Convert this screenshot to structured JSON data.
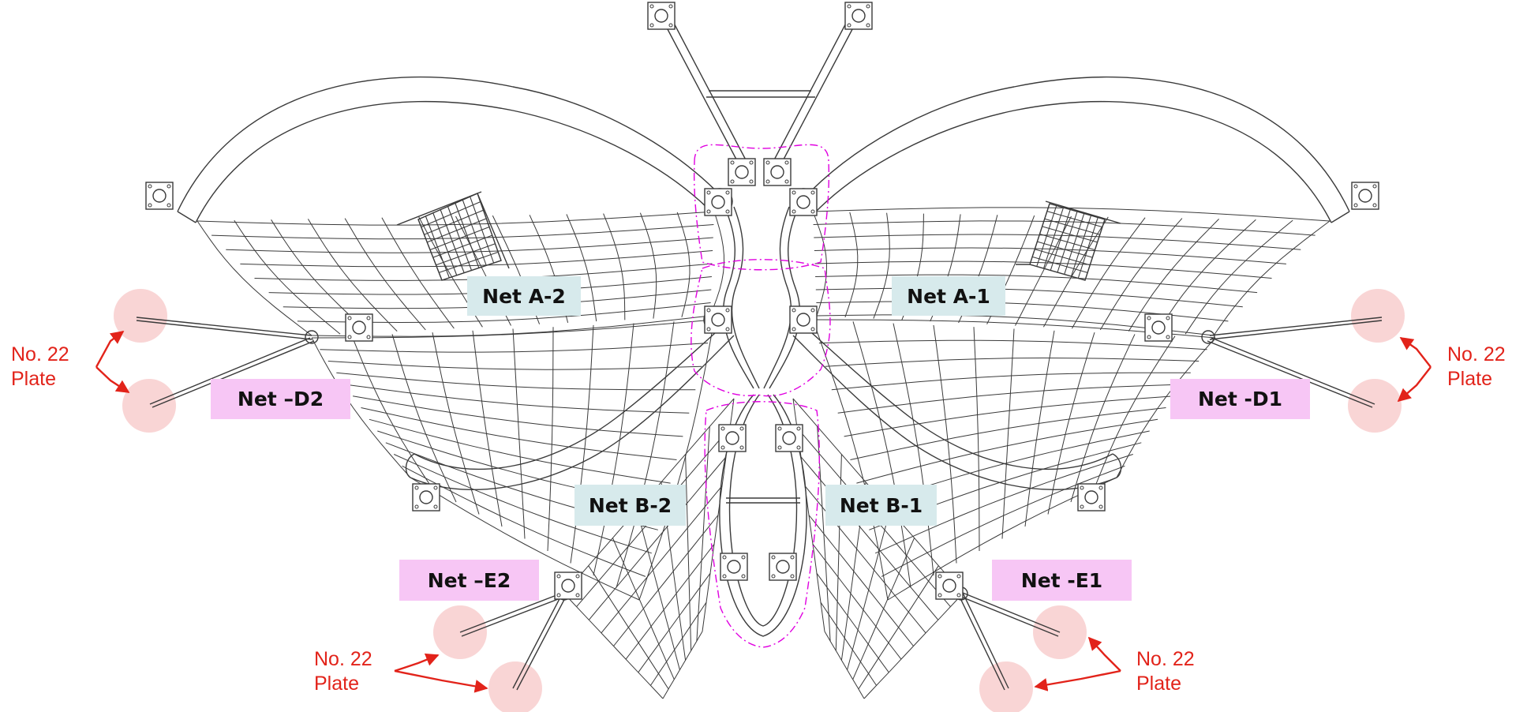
{
  "labels": {
    "net_a2": "Net A-2",
    "net_a1": "Net A-1",
    "net_d2": "Net –D2",
    "net_d1": "Net -D1",
    "net_b2": "Net B-2",
    "net_b1": "Net B-1",
    "net_e2": "Net –E2",
    "net_e1": "Net -E1"
  },
  "callouts": {
    "left_upper": {
      "line1": "No. 22",
      "line2": "Plate"
    },
    "right_upper": {
      "line1": "No. 22",
      "line2": "Plate"
    },
    "left_lower": {
      "line1": "No. 22",
      "line2": "Plate"
    },
    "right_lower": {
      "line1": "No. 22",
      "line2": "Plate"
    }
  },
  "colors": {
    "line": "#3a3a3a",
    "guide": "#e000e0",
    "callout": "#e2231a",
    "highlight": "#f9d5d5",
    "label_cyan": "#d7eaec",
    "label_pink": "#f7c6f5"
  }
}
